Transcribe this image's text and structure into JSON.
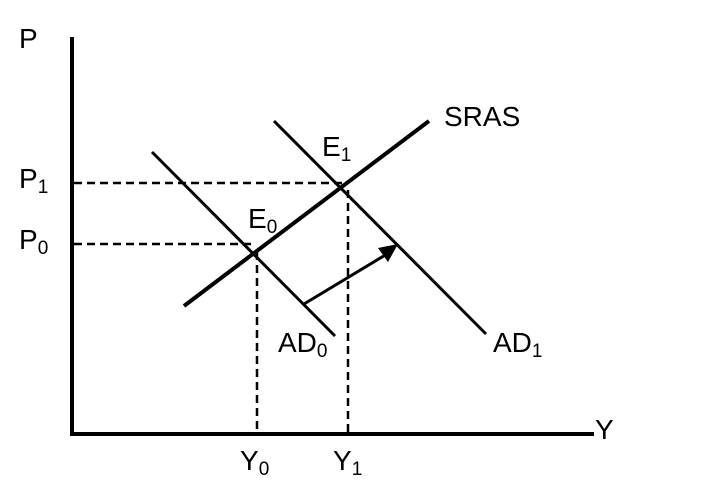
{
  "axes": {
    "y_label": "P",
    "x_label": "Y"
  },
  "curves": {
    "sras_label": "SRAS",
    "ad0": {
      "base": "AD",
      "sub": "0"
    },
    "ad1": {
      "base": "AD",
      "sub": "1"
    }
  },
  "equilibria": {
    "e0": {
      "base": "E",
      "sub": "0"
    },
    "e1": {
      "base": "E",
      "sub": "1"
    }
  },
  "price_levels": {
    "p0": {
      "base": "P",
      "sub": "0"
    },
    "p1": {
      "base": "P",
      "sub": "1"
    }
  },
  "output_levels": {
    "y0": {
      "base": "Y",
      "sub": "0"
    },
    "y1": {
      "base": "Y",
      "sub": "1"
    }
  }
}
